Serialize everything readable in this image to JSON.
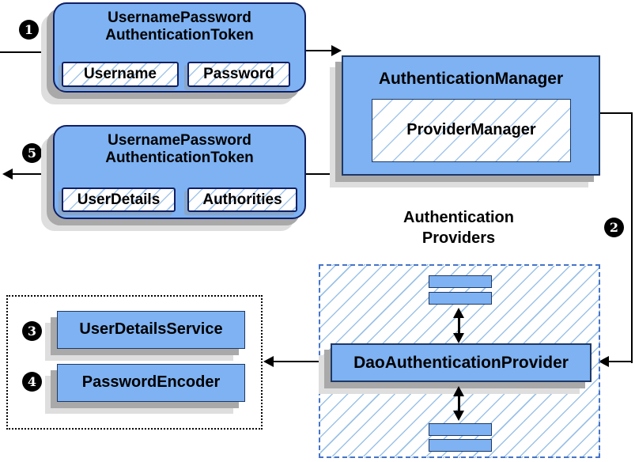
{
  "colors": {
    "node_fill": "#7eb2f2",
    "node_border": "#1f3864",
    "token_border": "#101f63",
    "hatch_line": "#a3c6ec",
    "dashed_border": "#4674c8",
    "dotted_border": "#000000",
    "shadow_dark": "#a9a9a9",
    "shadow_light": "#dedede",
    "connector": "#000000",
    "badge_bg": "#000000",
    "badge_fg": "#ffffff"
  },
  "badges": {
    "step1": "1",
    "step2": "2",
    "step3": "3",
    "step4": "4",
    "step5": "5"
  },
  "token_request": {
    "title_line1": "UsernamePassword",
    "title_line2": "AuthenticationToken",
    "fields": [
      "Username",
      "Password"
    ]
  },
  "auth_manager": {
    "title": "AuthenticationManager",
    "inner_label": "ProviderManager"
  },
  "token_result": {
    "title_line1": "UsernamePassword",
    "title_line2": "AuthenticationToken",
    "fields": [
      "UserDetails",
      "Authorities"
    ]
  },
  "providers_group": {
    "heading_line1": "Authentication",
    "heading_line2": "Providers",
    "provider_label": "DaoAuthenticationProvider"
  },
  "services_group": {
    "items": [
      "UserDetailsService",
      "PasswordEncoder"
    ]
  }
}
